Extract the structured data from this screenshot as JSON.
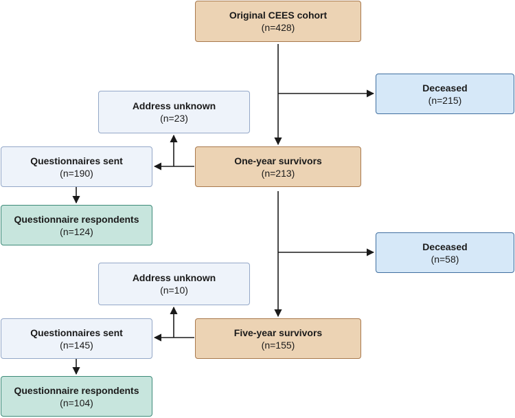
{
  "boxes": {
    "original": {
      "title": "Original CEES cohort",
      "count": "(n=428)"
    },
    "deceased1": {
      "title": "Deceased",
      "count": "(n=215)"
    },
    "address1": {
      "title": "Address unknown",
      "count": "(n=23)"
    },
    "one_year": {
      "title": "One-year survivors",
      "count": "(n=213)"
    },
    "sent1": {
      "title": "Questionnaires sent",
      "count": "(n=190)"
    },
    "resp1": {
      "title": "Questionnaire respondents",
      "count": "(n=124)"
    },
    "deceased2": {
      "title": "Deceased",
      "count": "(n=58)"
    },
    "address2": {
      "title": "Address unknown",
      "count": "(n=10)"
    },
    "five_year": {
      "title": "Five-year survivors",
      "count": "(n=155)"
    },
    "sent2": {
      "title": "Questionnaires sent",
      "count": "(n=145)"
    },
    "resp2": {
      "title": "Questionnaire respondents",
      "count": "(n=104)"
    }
  },
  "colors": {
    "cohort_fill": "#ecd3b4",
    "deceased_fill": "#d6e8f8",
    "address_fill": "#eef3fa",
    "respondents_fill": "#c7e5dd",
    "arrow": "#1a1a1a"
  }
}
